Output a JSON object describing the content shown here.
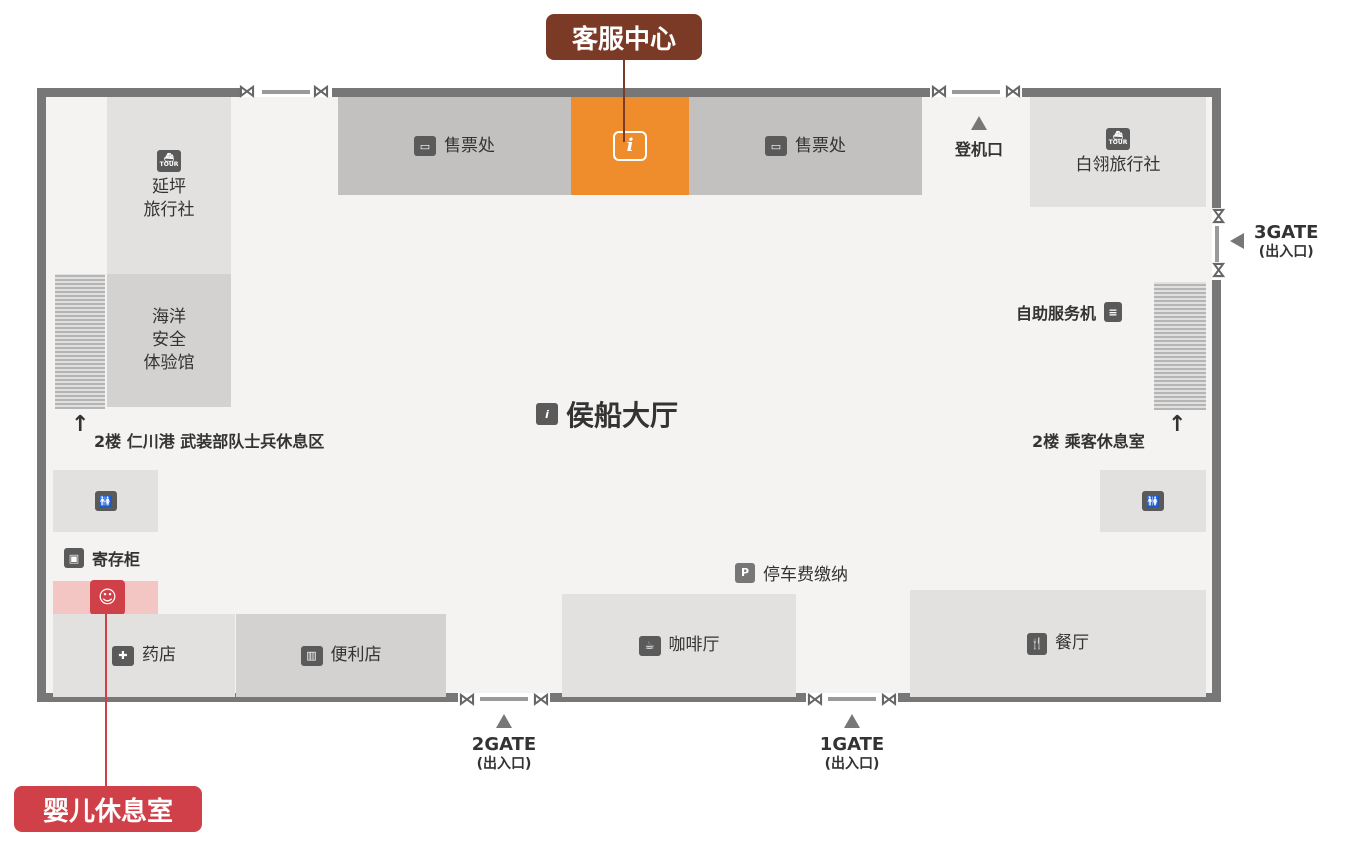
{
  "callouts": {
    "service_center": "客服中心",
    "baby_room": "婴儿休息室"
  },
  "rooms": {
    "ticket_left": "售票处",
    "ticket_right": "售票处",
    "info_icon": "i",
    "yeonpyeong_line1": "延坪",
    "yeonpyeong_line2": "旅行社",
    "baekryeong": "白翎旅行社",
    "ocean_line1": "海洋",
    "ocean_line2": "安全",
    "ocean_line3": "体验馆",
    "pharmacy": "药店",
    "convenience": "便利店",
    "cafe": "咖啡厅",
    "restaurant": "餐厅",
    "tour_tag": "TOUR"
  },
  "labels": {
    "boarding": "登机口",
    "main_hall": "侯船大厅",
    "second_floor_left": "2楼 仁川港 武装部队士兵休息区",
    "second_floor_right": "2楼 乘客休息室",
    "kiosk": "自助服务机",
    "locker": "寄存柜",
    "parking": "停车费缴纳",
    "parking_icon": "P"
  },
  "gates": {
    "gate3_main": "3GATE",
    "gate3_sub": "(出入口)",
    "gate2_main": "2GATE",
    "gate2_sub": "(出入口)",
    "gate1_main": "1GATE",
    "gate1_sub": "(出入口)"
  },
  "colors": {
    "info_orange": "#ef8c2c",
    "service_brown": "#7b3a26",
    "baby_red": "#d04048",
    "baby_pink": "#f4c6c3",
    "wall_gray": "#777777"
  },
  "icons": {
    "ticket": "ticket-icon",
    "info": "info-icon",
    "tour": "tour-boat-icon",
    "restroom": "restroom-icon",
    "locker": "luggage-icon",
    "baby": "baby-icon",
    "pharmacy": "pharmacy-icon",
    "convenience": "convenience-store-icon",
    "cafe": "coffee-icon",
    "restaurant": "fork-knife-icon",
    "kiosk": "document-icon",
    "parking": "parking-icon"
  }
}
